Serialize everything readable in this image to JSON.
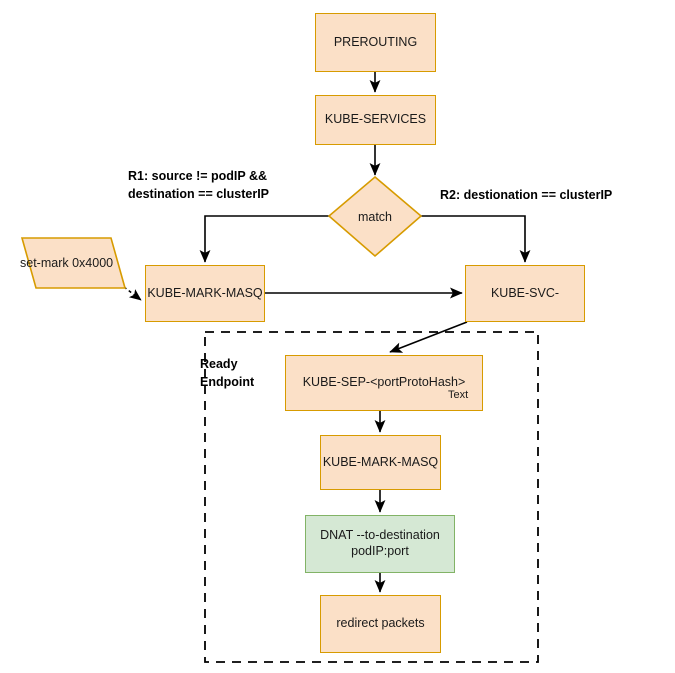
{
  "diagram": {
    "title_nodes": {
      "prerouting": "PREROUTING",
      "kube_services": "KUBE-SERVICES",
      "match": "match",
      "set_mark": "set-mark 0x4000",
      "kube_mark_masq_left": "KUBE-MARK-MASQ",
      "kube_svc": "KUBE-SVC-",
      "kube_sep": "KUBE-SEP-<portProtoHash>",
      "kube_sep_sub": "Text",
      "kube_mark_masq_lower": "KUBE-MARK-MASQ",
      "dnat": "DNAT --to-destination\npodIP:port",
      "redirect": "redirect packets"
    },
    "edge_labels": {
      "r1": "R1:  source != podIP &&\ndestination == clusterIP",
      "r2": "R2:  destionation == clusterIP"
    },
    "group_label": "Ready\nEndpoint",
    "colors": {
      "node_fill_orange": "#fbe0c7",
      "node_stroke_orange": "#d79b00",
      "node_fill_green": "#d5e8d4",
      "node_stroke_green": "#82b366",
      "edge_stroke": "#000000",
      "group_stroke": "#000000",
      "background": "#ffffff"
    }
  }
}
